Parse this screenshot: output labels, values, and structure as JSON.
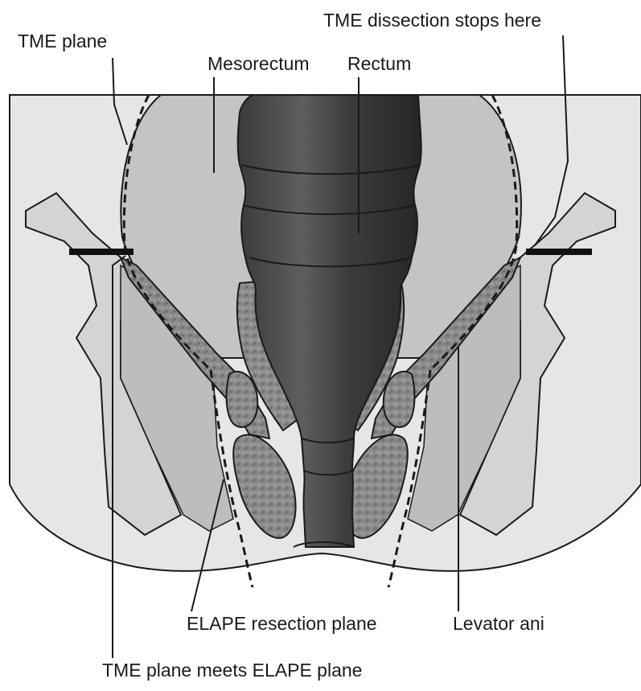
{
  "labels": {
    "tme_plane": "TME plane",
    "mesorectum": "Mesorectum",
    "rectum": "Rectum",
    "tme_dissection_stops": "TME dissection stops here",
    "elape_resection_plane": "ELAPE resection plane",
    "levator_ani": "Levator ani",
    "tme_meets_elape": "TME plane meets ELAPE plane"
  },
  "colors": {
    "background": "#e6e6e6",
    "fat": "#c8c8c8",
    "pelvic_wall": "#d9d9d9",
    "muscle": "#8f8f8f",
    "rectum_dark": "#2e2e2e",
    "rectum_light": "#5c5c5c",
    "line": "#1a1a1a"
  }
}
